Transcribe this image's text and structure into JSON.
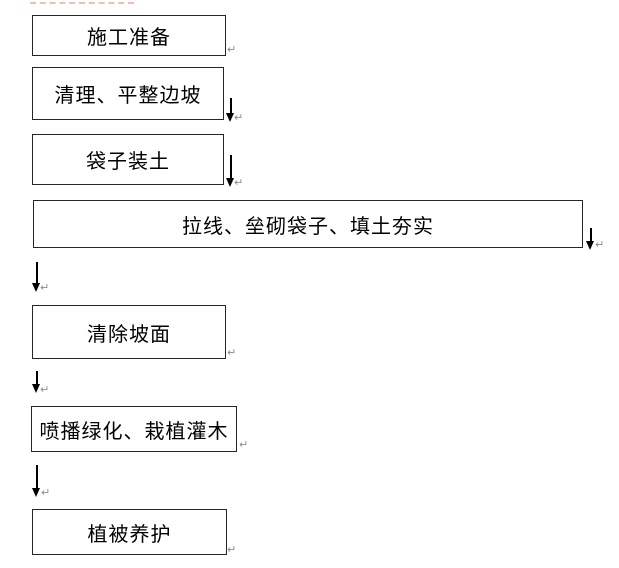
{
  "document": {
    "background_color": "#ffffff",
    "text_color": "#000000",
    "box_border_color": "#262626",
    "arrow_color": "#000000",
    "paragraph_mark_color": "#8c8c8c",
    "spell_underline_color": "#f5bcb4"
  },
  "flowchart": {
    "steps": [
      {
        "label": "施工准备"
      },
      {
        "label": "清理、平整边坡"
      },
      {
        "label": "袋子装土"
      },
      {
        "label": "拉线、垒砌袋子、填土夯实"
      },
      {
        "label": "清除坡面"
      },
      {
        "label": "喷播绿化、栽植灌木"
      },
      {
        "label": "植被养护"
      }
    ],
    "paragraph_mark": "↵"
  }
}
